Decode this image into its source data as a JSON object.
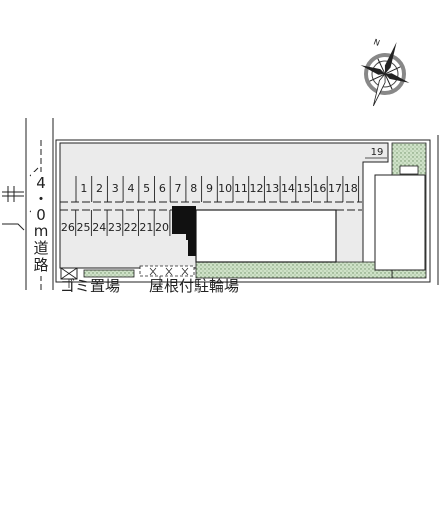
{
  "road": {
    "width_chars": [
      "4",
      "・",
      "0",
      "m",
      "道",
      "路"
    ]
  },
  "parking": {
    "top_row": [
      "1",
      "2",
      "3",
      "4",
      "5",
      "6",
      "7",
      "8",
      "9",
      "10",
      "11",
      "12",
      "13",
      "14",
      "15",
      "16",
      "17",
      "18"
    ],
    "bottom_row": [
      "26",
      "25",
      "24",
      "23",
      "22",
      "21",
      "20"
    ],
    "extra_space": "19"
  },
  "legend": {
    "garbage": "ゴミ置場",
    "bike": "屋根付駐輪場"
  },
  "compass": {
    "north_marker": "N"
  },
  "colors": {
    "line": "#222222",
    "lot_fill": "#ebebeb",
    "planting": "#cfe2c8",
    "planting_dot": "#6e8f66",
    "building": "#ffffff",
    "block": "#111111"
  }
}
